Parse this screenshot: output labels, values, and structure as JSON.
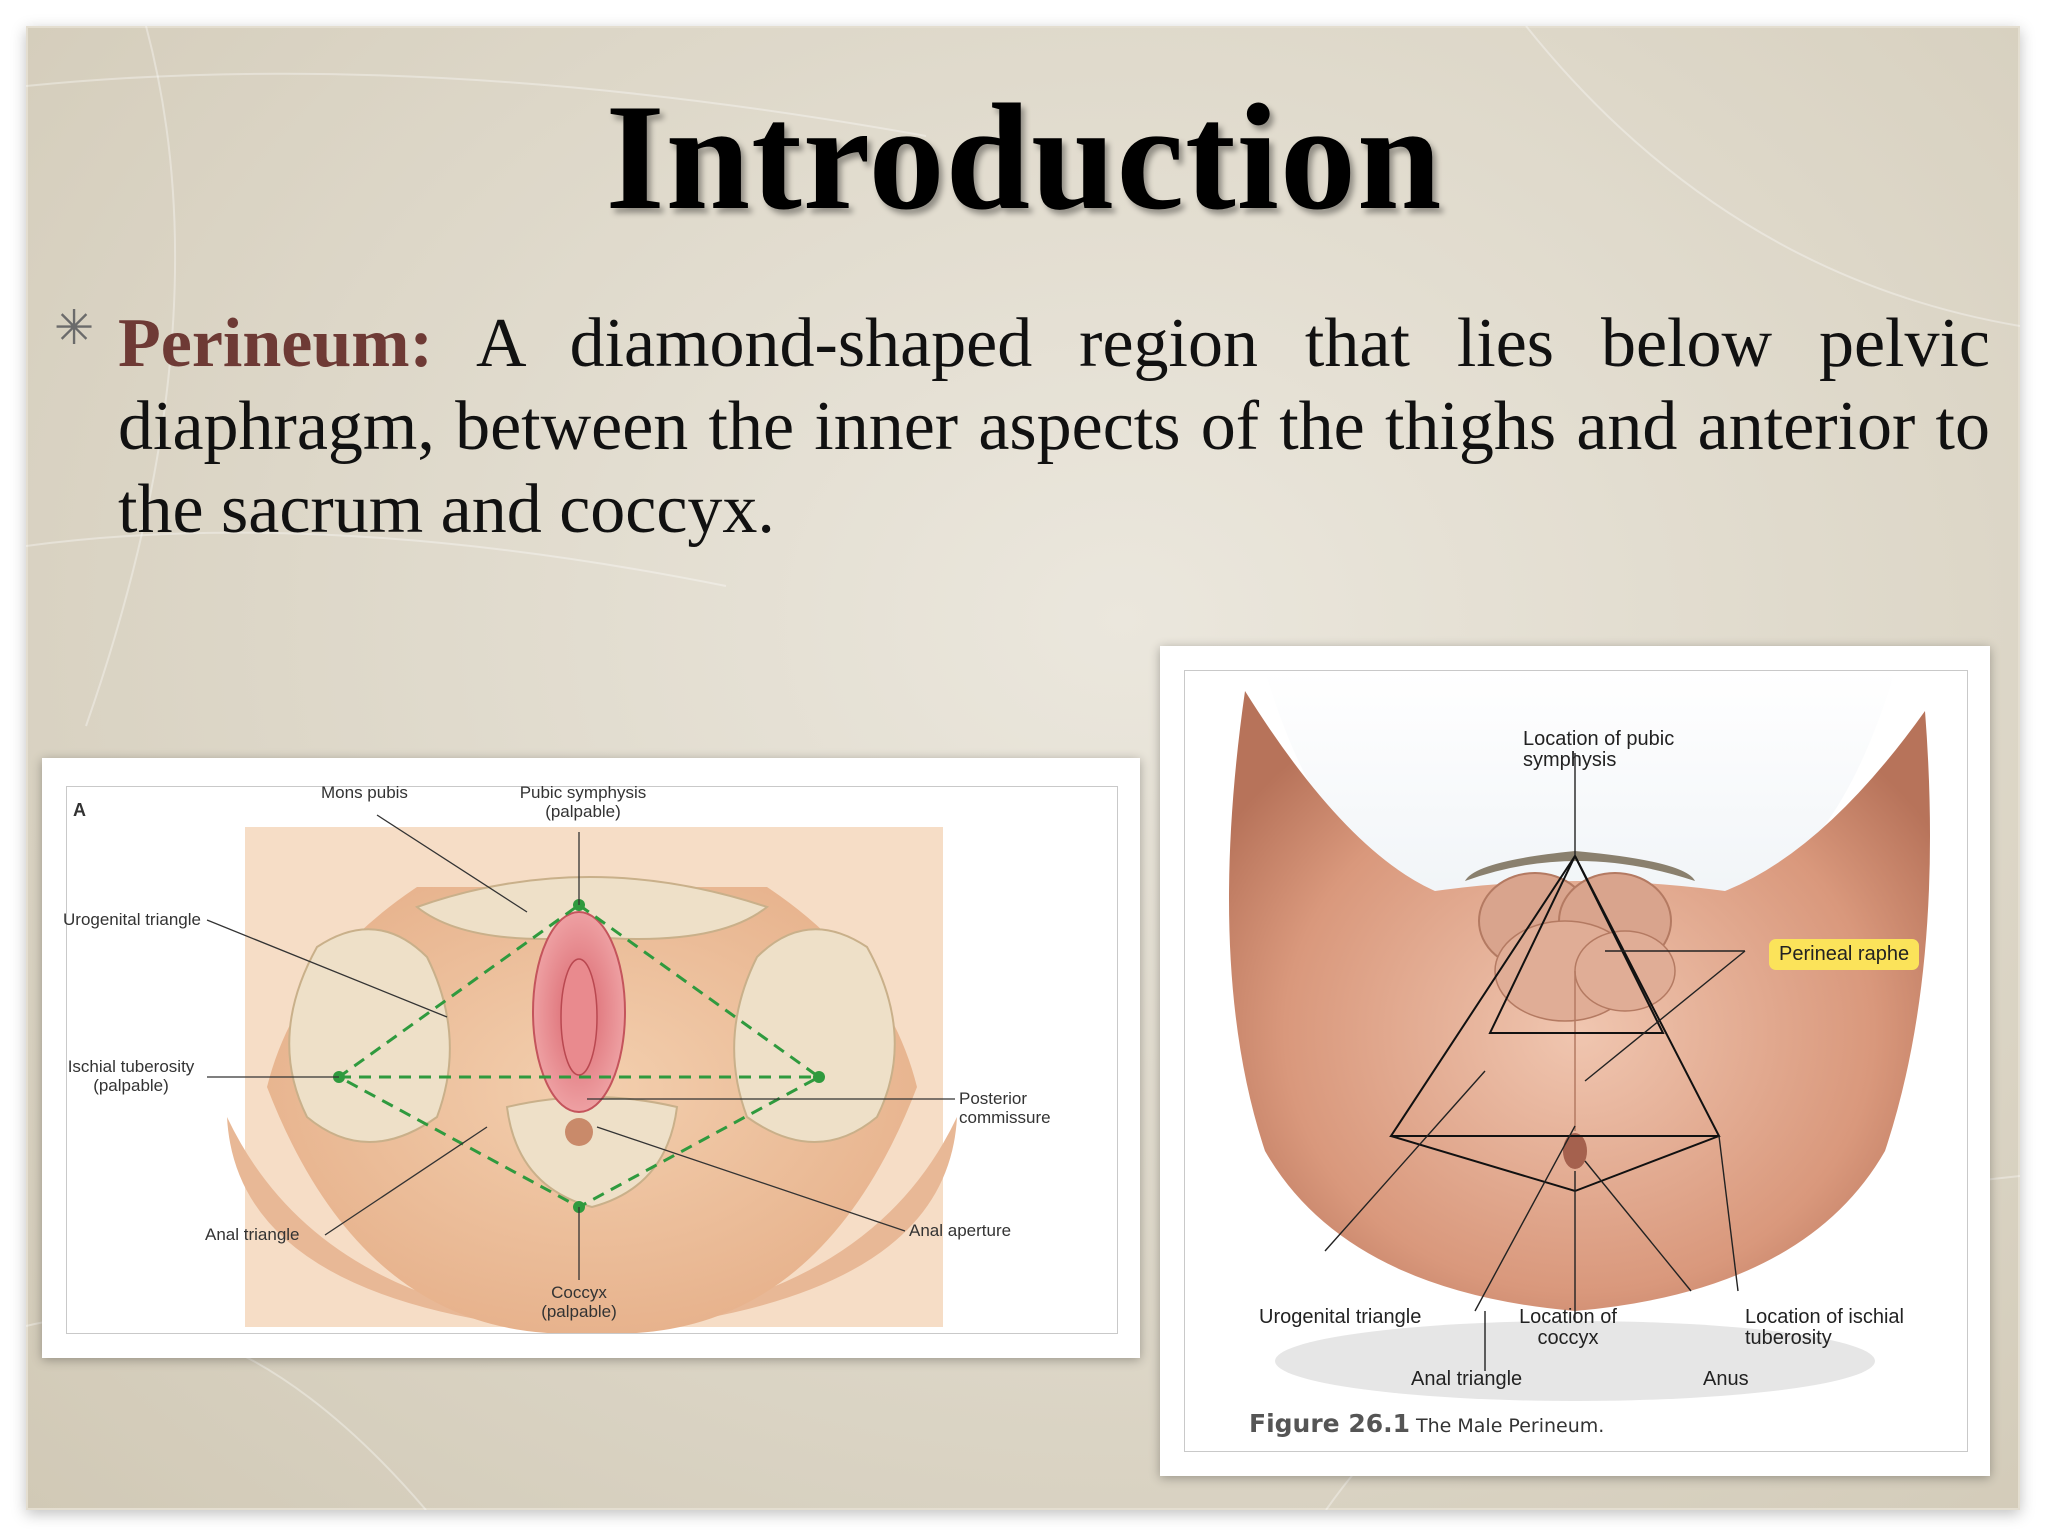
{
  "slide": {
    "title": "Introduction",
    "bullet_symbol": "✳",
    "term": "Perineum:",
    "definition": " A diamond-shaped region that lies below pelvic diaphragm, between the inner aspects of the thighs and anterior to the sacrum and coccyx."
  },
  "figure_female": {
    "panel_letter": "A",
    "labels": {
      "mons_pubis": "Mons pubis",
      "pubic_symphysis": "Pubic symphysis\n(palpable)",
      "urogenital_triangle": "Urogenital triangle",
      "ischial_tuberosity": "Ischial tuberosity\n(palpable)",
      "posterior_commissure": "Posterior commissure",
      "anal_triangle": "Anal triangle",
      "anal_aperture": "Anal aperture",
      "coccyx": "Coccyx\n(palpable)"
    }
  },
  "figure_male": {
    "labels": {
      "pubic_symphysis": "Location of pubic\nsymphysis",
      "perineal_raphe": "Perineal raphe",
      "urogenital_triangle": "Urogenital triangle",
      "coccyx": "Location of\ncoccyx",
      "ischial_tuberosity": "Location of ischial\ntuberosity",
      "anal_triangle": "Anal triangle",
      "anus": "Anus"
    },
    "caption_number": "Figure 26.1",
    "caption_text": "The Male Perineum."
  },
  "colors": {
    "slide_background": "#ddd7c8",
    "term_color": "#6e3a35",
    "diamond_dash": "#2f9a3e",
    "raphe_highlight": "#fbe35a"
  }
}
